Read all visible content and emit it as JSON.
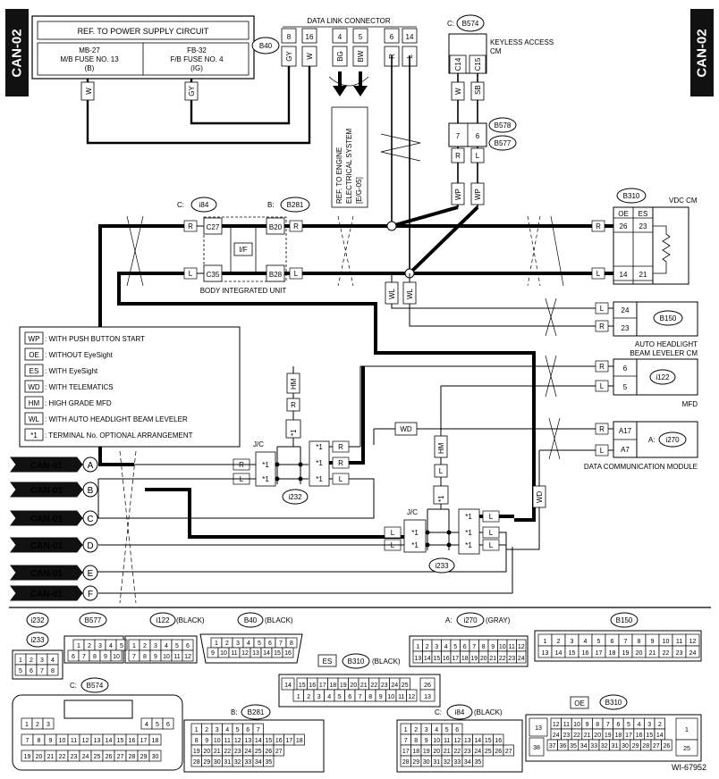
{
  "page": {
    "tab_left": "CAN-02",
    "tab_right": "CAN-02",
    "figure_id": "WI-67952"
  },
  "power_box": {
    "title": "REF. TO POWER SUPPLY CIRCUIT",
    "left": [
      "MB-27",
      "M/B FUSE NO. 13",
      "(B)"
    ],
    "right": [
      "FB-32",
      "F/B FUSE NO. 4",
      "(IG)"
    ],
    "wire_left": "W",
    "wire_right": "GY"
  },
  "dlc": {
    "title": "DATA LINK CONNECTOR",
    "connector": "B40",
    "pins": [
      {
        "pin": "8",
        "wire": "GY"
      },
      {
        "pin": "16",
        "wire": "W"
      },
      {
        "pin": "4",
        "wire": "BG"
      },
      {
        "pin": "5",
        "wire": "BW"
      },
      {
        "pin": "6",
        "wire": "R"
      },
      {
        "pin": "14",
        "wire": "L"
      }
    ],
    "engine_ref": [
      "REF. TO ENGINE",
      "ELECTRICAL SYSTEM",
      "[E/G-05]"
    ]
  },
  "keyless": {
    "prefix": "C:",
    "connector": "B574",
    "title": [
      "KEYLESS ACCESS",
      "CM"
    ],
    "pins": [
      {
        "pin": "C14",
        "wire": "W"
      },
      {
        "pin": "C15",
        "wire": "SB"
      }
    ],
    "joint_upper": "B578",
    "joint_lower": "B577",
    "joint_pins": [
      "7",
      "6"
    ],
    "lower_wires": [
      "R",
      "L"
    ],
    "option_wires": [
      "WP",
      "WP"
    ]
  },
  "body_unit": {
    "title": "BODY INTEGRATED UNIT",
    "conn_c": "i84",
    "conn_b": "B281",
    "prefix_c": "C:",
    "prefix_b": "B:",
    "pins_left": [
      "C27",
      "C35"
    ],
    "pins_right": [
      "B20",
      "B28"
    ],
    "wires": [
      "R",
      "L"
    ],
    "interface": "I/F"
  },
  "vdc": {
    "title": "VDC CM",
    "connector": "B310",
    "header": [
      "OE",
      "ES"
    ],
    "rows": [
      [
        "26",
        "23"
      ],
      [
        "14",
        "21"
      ]
    ],
    "wires": [
      "R",
      "L"
    ]
  },
  "headlight": {
    "title": [
      "AUTO HEADLIGHT",
      "BEAM LEVELER CM"
    ],
    "connector": "B150",
    "pins": [
      "24",
      "23"
    ],
    "wires": [
      "L",
      "R"
    ],
    "option_wires": [
      "WL",
      "WL"
    ]
  },
  "mfd": {
    "title": "MFD",
    "connector": "i122",
    "pins": [
      "6",
      "5"
    ],
    "wires": [
      "R",
      "L"
    ],
    "option_wire": "HM"
  },
  "dcm": {
    "title": "DATA COMMUNICATION MODULE",
    "prefix": "A:",
    "connector": "i270",
    "pins": [
      "A17",
      "A7"
    ],
    "wires": [
      "R",
      "L"
    ],
    "option_wire": "WD"
  },
  "legend": [
    {
      "code": "WP",
      "text": ": WITH PUSH BUTTON START"
    },
    {
      "code": "OE",
      "text": ": WITHOUT EyeSight"
    },
    {
      "code": "ES",
      "text": ": WITH EyeSight"
    },
    {
      "code": "WD",
      "text": ": WITH TELEMATICS"
    },
    {
      "code": "HM",
      "text": ": HIGH GRADE MFD"
    },
    {
      "code": "WL",
      "text": ": WITH AUTO HEADLIGHT BEAM LEVELER"
    },
    {
      "code": "*1",
      "text": ": TERMINAL No. OPTIONAL ARRANGEMENT"
    }
  ],
  "jc1": {
    "label": "J/C",
    "connector": "i232",
    "star": "*1",
    "wires": [
      "R",
      "L"
    ]
  },
  "jc2": {
    "label": "J/C",
    "connector": "i233",
    "star": "*1",
    "wires": [
      "L",
      "L"
    ]
  },
  "can_lines": [
    {
      "label": "CAN-01",
      "letter": "A"
    },
    {
      "label": "CAN-01",
      "letter": "B"
    },
    {
      "label": "CAN-01",
      "letter": "C"
    },
    {
      "label": "CAN-01",
      "letter": "D"
    },
    {
      "label": "CAN-01",
      "letter": "E"
    },
    {
      "label": "CAN-01",
      "letter": "F"
    }
  ],
  "connector_views": {
    "i232": "i232",
    "i233": "i233",
    "i232_rows": [
      [
        "1",
        "2",
        "3",
        "4"
      ],
      [
        "5",
        "6",
        "7",
        "8"
      ]
    ],
    "b577": "B577",
    "b577_rows": [
      [
        "1",
        "2",
        "3",
        "4",
        "5"
      ],
      [
        "6",
        "7",
        "8",
        "9",
        "10"
      ]
    ],
    "i122": "i122",
    "i122_note": "(BLACK)",
    "i122_rows": [
      [
        "1",
        "2",
        "3",
        "4",
        "5",
        "6"
      ],
      [
        "7",
        "8",
        "9",
        "10",
        "11",
        "12"
      ]
    ],
    "b40": "B40",
    "b40_note": "(BLACK)",
    "b40_rows": [
      [
        "1",
        "2",
        "3",
        "4",
        "5",
        "6",
        "7",
        "8"
      ],
      [
        "9",
        "10",
        "11",
        "12",
        "13",
        "14",
        "15",
        "16"
      ]
    ],
    "i270_prefix": "A:",
    "i270": "i270",
    "i270_note": "(GRAY)",
    "i270_rows": [
      [
        "1",
        "2",
        "3",
        "4",
        "5",
        "6",
        "7",
        "8",
        "9",
        "10",
        "11",
        "12"
      ],
      [
        "13",
        "14",
        "15",
        "16",
        "17",
        "18",
        "19",
        "20",
        "21",
        "22",
        "23",
        "24"
      ]
    ],
    "b150": "B150",
    "b150_rows": [
      [
        "1",
        "2",
        "3",
        "4",
        "5",
        "6",
        "7",
        "8",
        "9",
        "10",
        "11",
        "12"
      ],
      [
        "13",
        "14",
        "15",
        "16",
        "17",
        "18",
        "19",
        "20",
        "21",
        "22",
        "23",
        "24"
      ]
    ],
    "es": "ES",
    "b310_es": "B310",
    "b310_es_note": "(BLACK)",
    "b310_es_rows": [
      [
        "15",
        "16",
        "17",
        "18",
        "19",
        "20",
        "21",
        "22",
        "23",
        "24",
        "25"
      ],
      [
        "1",
        "2",
        "3",
        "4",
        "5",
        "6",
        "7",
        "8",
        "9",
        "10",
        "11",
        "12"
      ]
    ],
    "b310_es_side": [
      "14",
      "26",
      "13"
    ],
    "b574_prefix": "C:",
    "b574": "B574",
    "b574_rows": [
      [
        "1",
        "2",
        "3",
        "4",
        "5",
        "6"
      ],
      [
        "7",
        "8",
        "9",
        "10",
        "11",
        "12",
        "13",
        "14",
        "15",
        "16",
        "17",
        "18"
      ],
      [
        "19",
        "20",
        "21",
        "22",
        "23",
        "24",
        "25",
        "26",
        "27",
        "28",
        "29",
        "30"
      ]
    ],
    "b281_prefix": "B:",
    "b281": "B281",
    "b281_rows": [
      [
        "1",
        "2",
        "3",
        "4",
        "5",
        "6",
        "7"
      ],
      [
        "8",
        "9",
        "10",
        "11",
        "12",
        "13",
        "14",
        "15",
        "16",
        "17",
        "18"
      ],
      [
        "19",
        "20",
        "21",
        "22",
        "23",
        "24",
        "25",
        "26",
        "27"
      ],
      [
        "28",
        "29",
        "30",
        "31",
        "32",
        "33",
        "34",
        "35"
      ]
    ],
    "i84_prefix": "C:",
    "i84": "i84",
    "i84_note": "(BLACK)",
    "i84_rows": [
      [
        "1",
        "2",
        "3",
        "4",
        "5",
        "6"
      ],
      [
        "7",
        "8",
        "9",
        "10",
        "11",
        "12",
        "13",
        "14",
        "15",
        "16"
      ],
      [
        "17",
        "18",
        "19",
        "20",
        "21",
        "22",
        "23",
        "24",
        "25",
        "26",
        "27"
      ],
      [
        "28",
        "29",
        "30",
        "31",
        "32",
        "33",
        "34",
        "35"
      ]
    ],
    "oe": "OE",
    "b310_oe": "B310",
    "b310_oe_rows": [
      [
        "12",
        "11",
        "10",
        "9",
        "8",
        "7",
        "6",
        "5",
        "4",
        "3",
        "2"
      ],
      [
        "24",
        "23",
        "22",
        "21",
        "20",
        "19",
        "18",
        "17",
        "16",
        "15",
        "14"
      ],
      [
        "37",
        "36",
        "35",
        "34",
        "33",
        "32",
        "31",
        "30",
        "29",
        "28",
        "27",
        "26"
      ]
    ],
    "b310_oe_side": [
      "13",
      "1",
      "38",
      "25"
    ]
  }
}
